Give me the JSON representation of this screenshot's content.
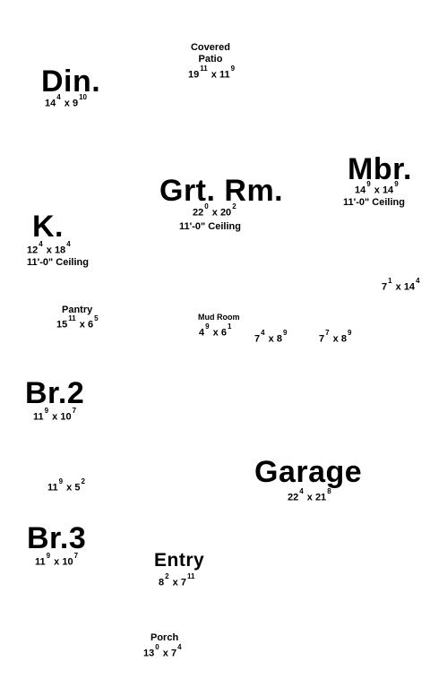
{
  "rooms": {
    "covered_patio": {
      "name_line1": "Covered",
      "name_line2": "Patio",
      "w": "19",
      "w_sup": "11",
      "d": "11",
      "d_sup": "9"
    },
    "dining": {
      "name": "Din.",
      "w": "14",
      "w_sup": "4",
      "d": "9",
      "d_sup": "10"
    },
    "great_room": {
      "name": "Grt. Rm.",
      "w": "22",
      "w_sup": "0",
      "d": "20",
      "d_sup": "2",
      "note": "11'-0\" Ceiling"
    },
    "master_bedroom": {
      "name": "Mbr.",
      "w": "14",
      "w_sup": "9",
      "d": "14",
      "d_sup": "9",
      "note": "11'-0\" Ceiling"
    },
    "kitchen": {
      "name": "K.",
      "w": "12",
      "w_sup": "4",
      "d": "18",
      "d_sup": "4",
      "note": "11'-0\" Ceiling"
    },
    "closet_a": {
      "w": "7",
      "w_sup": "1",
      "d": "14",
      "d_sup": "4"
    },
    "pantry": {
      "name": "Pantry",
      "w": "15",
      "w_sup": "11",
      "d": "6",
      "d_sup": "5"
    },
    "mud_room": {
      "name": "Mud Room",
      "w": "4",
      "w_sup": "9",
      "d": "6",
      "d_sup": "1"
    },
    "closet_b": {
      "w": "7",
      "w_sup": "4",
      "d": "8",
      "d_sup": "9"
    },
    "closet_c": {
      "w": "7",
      "w_sup": "7",
      "d": "8",
      "d_sup": "9"
    },
    "bedroom2": {
      "name": "Br.2",
      "w": "11",
      "w_sup": "9",
      "d": "10",
      "d_sup": "7"
    },
    "bath": {
      "w": "11",
      "w_sup": "9",
      "d": "5",
      "d_sup": "2"
    },
    "garage": {
      "name": "Garage",
      "w": "22",
      "w_sup": "4",
      "d": "21",
      "d_sup": "8"
    },
    "bedroom3": {
      "name": "Br.3",
      "w": "11",
      "w_sup": "9",
      "d": "10",
      "d_sup": "7"
    },
    "entry": {
      "name": "Entry",
      "w": "8",
      "w_sup": "2",
      "d": "7",
      "d_sup": "11"
    },
    "porch": {
      "name": "Porch",
      "w": "13",
      "w_sup": "0",
      "d": "7",
      "d_sup": "4"
    }
  }
}
